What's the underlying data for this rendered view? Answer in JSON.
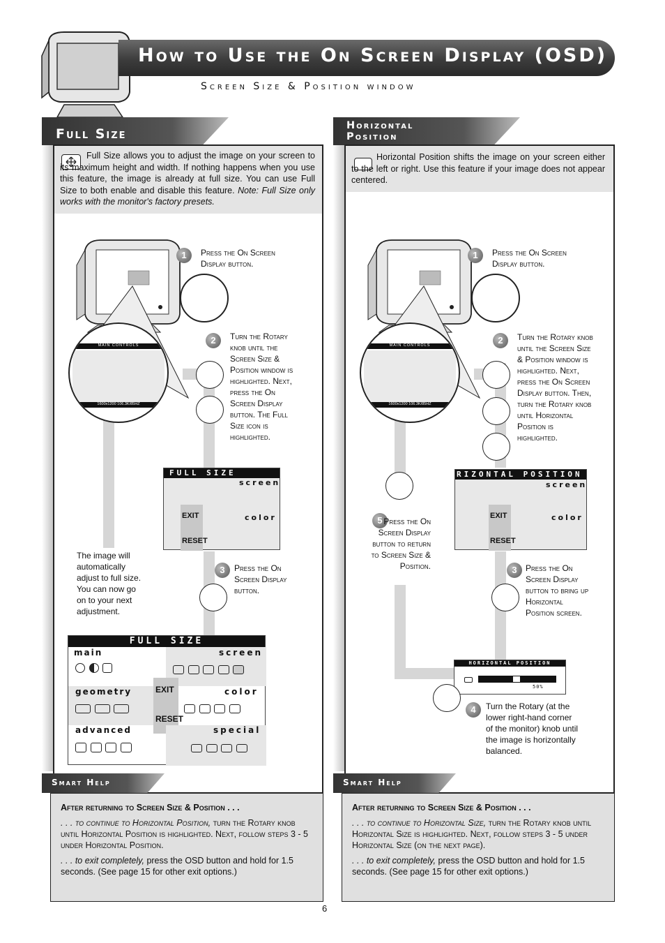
{
  "header": {
    "title": "How to Use the On Screen Display (OSD)",
    "subtitle": "Screen Size & Position window"
  },
  "left": {
    "title": "Full Size",
    "intro": "Full Size allows you to adjust the image on your screen to its maximum height and width. If nothing happens when you use this feature, the image is already at full size. You can use Full Size to both enable and disable this feature.",
    "intro_note": "Note: Full Size only works with the monitor's factory presets.",
    "step1": "Press the On Screen Display button.",
    "step2": "Turn the Rotary knob until the Screen Size & Position window is highlighted. Next, press the On Screen Display button. The Full Size icon is highlighted.",
    "step3": "Press the On Screen Display button.",
    "result": "The image will automatically adjust to full size. You can now go on to your next adjustment.",
    "osd_small_title": "FULL SIZE",
    "osd_big_title": "FULL SIZE",
    "help_title": "Smart Help",
    "help_heading": "After returning to Screen Size & Position . . .",
    "help_p1_italic": ". . . to continue to Horizontal Position,",
    "help_p1_rest": "turn the Rotary knob until Horizontal Position is highlighted. Next, follow steps 3 - 5 under Horizontal Position.",
    "help_p2_italic": ". . . to exit completely,",
    "help_p2_rest": "press the OSD button and hold for 1.5 seconds. (See page 15 for other exit options.)"
  },
  "right": {
    "title_line1": "Horizontal",
    "title_line2": "Position",
    "intro": "Horizontal Position shifts the image on your screen either to the left or right. Use this feature if your image does not appear centered.",
    "step1": "Press the On Screen Display button.",
    "step2": "Turn the Rotary knob until the Screen Size & Position window is highlighted. Next, press the On Screen Display button. Then, turn the Rotary knob until Horizontal Position is highlighted.",
    "step3": "Press the On Screen Display button to bring up Horizontal Position screen.",
    "step4": "Turn the Rotary (at the lower right-hand corner of the monitor) knob until the image is horizontally balanced.",
    "step5": "Press the On Screen Display button to return to Screen Size & Position.",
    "osd_small_title": "RIZONTAL POSITION",
    "hpos_title": "HORIZONTAL POSITION",
    "hpos_value": "50%",
    "help_title": "Smart Help",
    "help_heading": "After returning to Screen Size & Position . . .",
    "help_p1_italic": ". . . to continue to Horizontal Size,",
    "help_p1_rest": "turn the Rotary knob until Horizontal Size is highlighted. Next, follow steps 3 - 5 under Horizontal Size (on the next page).",
    "help_p2_italic": ". . . to exit completely,",
    "help_p2_rest": "press the OSD button and hold for 1.5 seconds. (See page 15 for other exit options.)"
  },
  "osd_labels": {
    "main": "main",
    "screen": "screen",
    "geometry": "geometry",
    "color": "color",
    "advanced": "advanced",
    "special": "special",
    "exit": "EXIT",
    "reset": "RESET",
    "main_controls": "MAIN CONTROLS",
    "resolution": "1600x1200    106.3K/85HZ"
  },
  "step_numbers": [
    "1",
    "2",
    "3",
    "4",
    "5"
  ],
  "page_number": "6"
}
